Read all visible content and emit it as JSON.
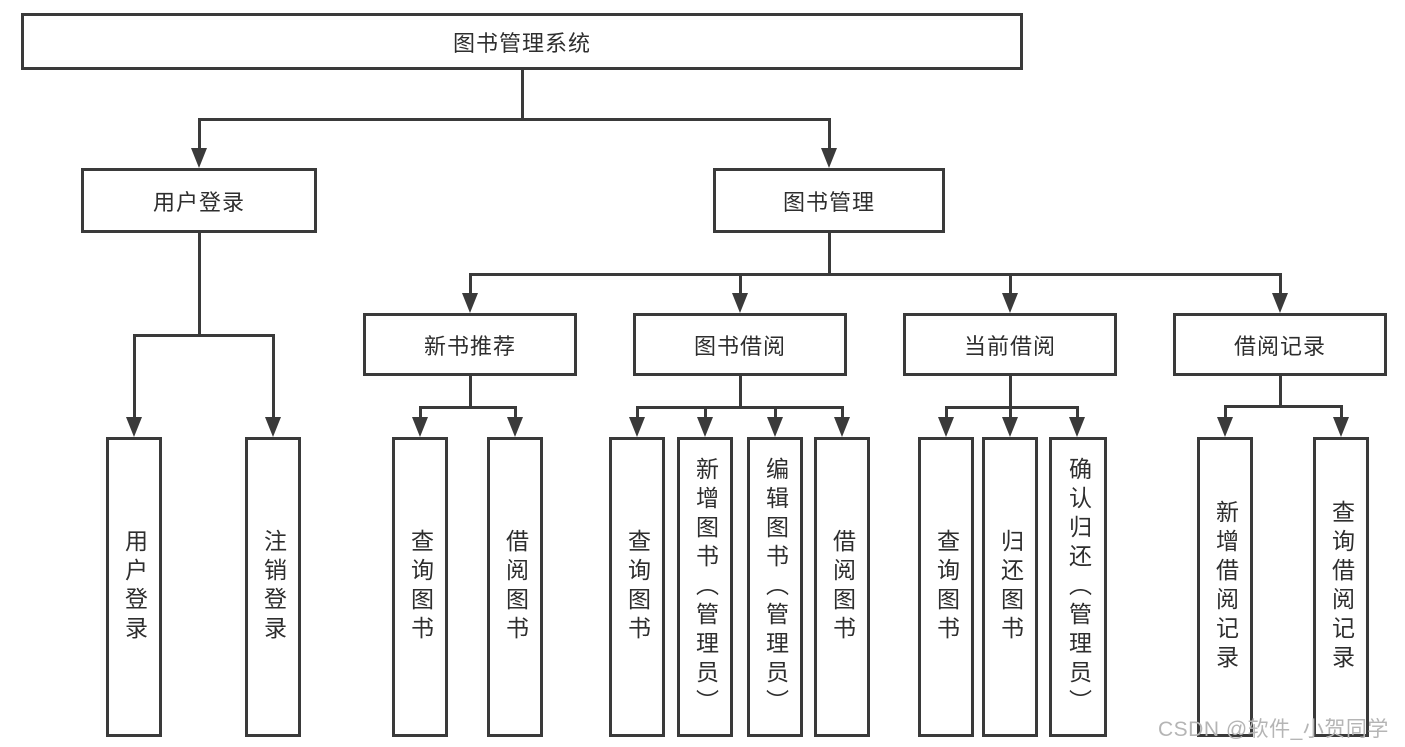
{
  "diagram_title": "图书管理系统",
  "nodes": {
    "root": "图书管理系统",
    "user_login": "用户登录",
    "book_mgmt": "图书管理",
    "new_books": "新书推荐",
    "book_borrow": "图书借阅",
    "current_borrow": "当前借阅",
    "borrow_records": "借阅记录",
    "leaf_user_login": "用户登录",
    "leaf_logout": "注销登录",
    "leaf_rec_query_book": "查询图书",
    "leaf_rec_borrow_book": "借阅图书",
    "leaf_bor_query_book": "查询图书",
    "leaf_bor_add_book": "新增图书（管理员）",
    "leaf_bor_edit_book": "编辑图书（管理员）",
    "leaf_bor_borrow_book": "借阅图书",
    "leaf_cur_query_book": "查询图书",
    "leaf_cur_return_book": "归还图书",
    "leaf_cur_confirm_return": "确认归还（管理员）",
    "leaf_recd_add_record": "新增借阅记录",
    "leaf_recd_query_record": "查询借阅记录"
  },
  "watermark": "CSDN @软件_小贺同学",
  "colors": {
    "line": "#3a3a3a",
    "text": "#2e2e2e",
    "watermark": "#b5b5b5",
    "background": "#ffffff"
  }
}
